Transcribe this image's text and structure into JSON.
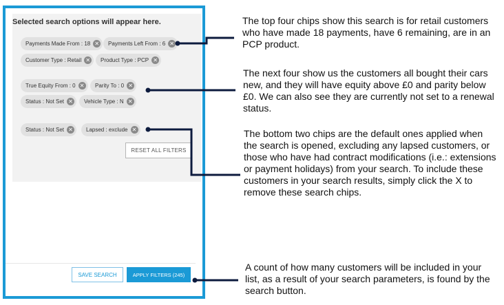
{
  "panel": {
    "title": "Selected search options will appear here.",
    "chips": [
      {
        "label": "Payments Made From : 18"
      },
      {
        "label": "Payments Left From : 6"
      },
      {
        "label": "Customer Type : Retail"
      },
      {
        "label": "Product Type : PCP"
      },
      {
        "label": "True Equity From : 0"
      },
      {
        "label": "Parity To : 0"
      },
      {
        "label": "Status : Not Set"
      },
      {
        "label": "Vehicle Type : N"
      },
      {
        "label": "Status : Not Set"
      },
      {
        "label": "Lapsed : exclude"
      }
    ],
    "chip_remove_glyph": "✕",
    "reset_label": "RESET ALL FILTERS",
    "save_label": "SAVE SEARCH",
    "apply_label": "APPLY FILTERS (245)"
  },
  "annotations": {
    "note1": "The top four chips show this search is for retail customers who have made 18 payments, have 6 remaining, are in an PCP product.",
    "note2": "The next four show us the customers all bought their cars new, and they will have equity above £0 and parity below £0.  We can also see they are currently not set to a renewal status.",
    "note3": "The bottom two chips are the default ones applied when the search is opened, excluding any lapsed customers, or those who have had contract modifications (i.e.: extensions or payment holidays) from your search.  To include these customers in your search results, simply click the X to remove these search chips.",
    "note4": "A count of how many customers will be included in your list, as a result of your search parameters, is found by the search button."
  },
  "colors": {
    "accent": "#1b9ad6",
    "chip_bg": "#e1e1e1",
    "connector": "#0d1b3e"
  }
}
